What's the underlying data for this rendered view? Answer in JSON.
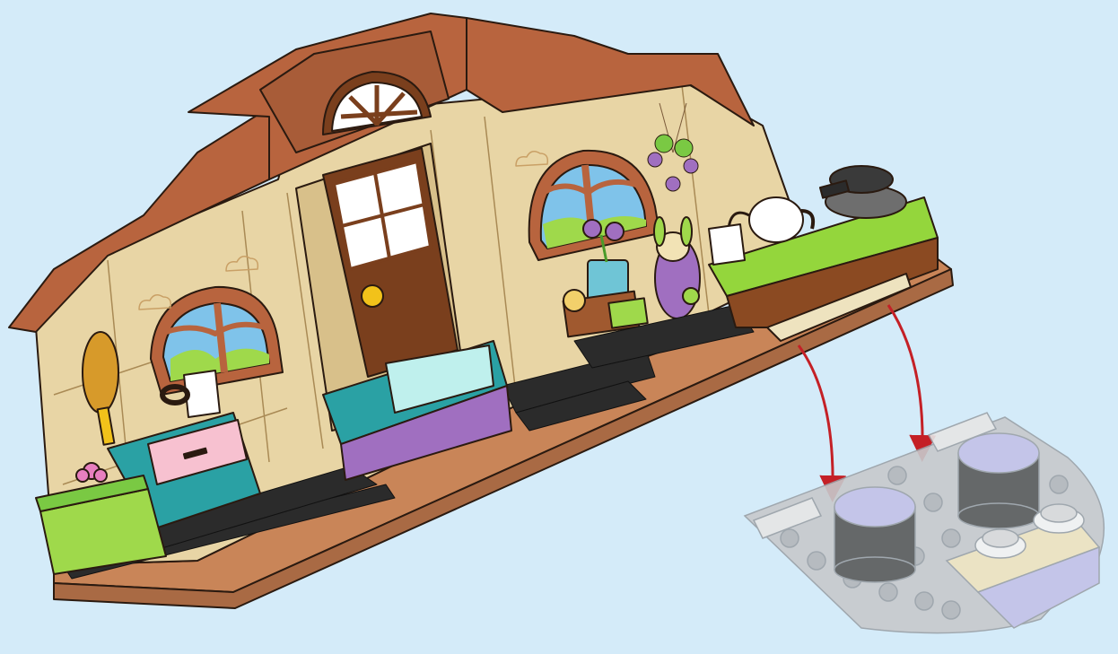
{
  "scene": {
    "background_color": "#d4ebf9",
    "house": {
      "roof_color": "#b8643e",
      "wall_color": "#e8d5a5",
      "trim_color": "#c9ae77",
      "door_color": "#7a3f1d",
      "floor_plate_color": "#2b2b2b",
      "base_color": "#c98558"
    },
    "furniture": [
      {
        "name": "bedside-cabinet",
        "color": "#2aa1a4",
        "drawer_color": "#f7c1d0"
      },
      {
        "name": "green-table",
        "color": "#9fd94b"
      },
      {
        "name": "display-case",
        "color": "#2aa1a4",
        "accent": "#a06fc0"
      },
      {
        "name": "kitchen-counter",
        "color": "#94d63c"
      }
    ],
    "callout": {
      "arrow_color": "#c42026",
      "arrow_count": 2,
      "detail_plate_color": "#c7c9cc",
      "round_brick_color": "#c3c1e8",
      "tile_color": "#eee3bf"
    }
  }
}
